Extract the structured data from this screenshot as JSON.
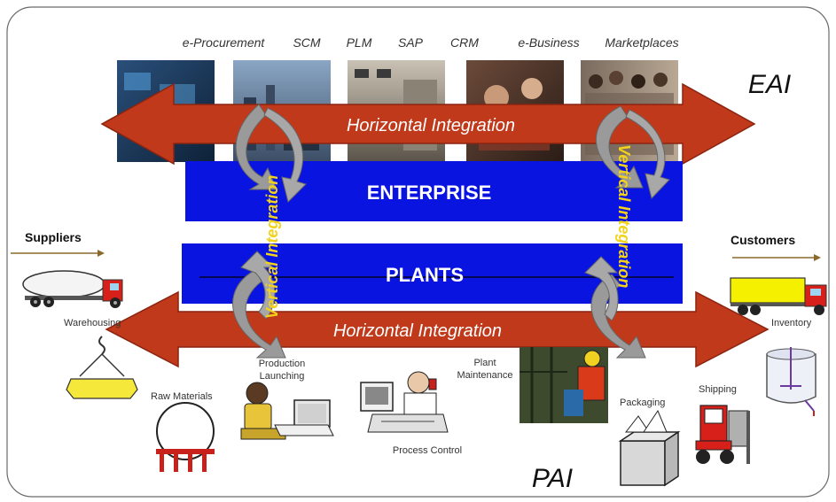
{
  "top_systems": [
    "e-Procurement",
    "SCM",
    "PLM",
    "SAP",
    "CRM",
    "e-Business",
    "Marketplaces"
  ],
  "corner_labels": {
    "top": "EAI",
    "bottom": "PAI"
  },
  "arrows": {
    "upper": "Horizontal Integration",
    "lower": "Horizontal Integration"
  },
  "vertical_labels": {
    "left": "Vertical Integration",
    "right": "Vertical Integration"
  },
  "bars": {
    "enterprise": "ENTERPRISE",
    "plants": "PLANTS"
  },
  "edges": {
    "left": "Suppliers",
    "right": "Customers"
  },
  "plant_labels": {
    "warehousing": "Warehousing",
    "raw_materials": "Raw Materials",
    "production_line1": "Production",
    "production_line2": "Launching",
    "maintenance_line1": "Plant",
    "maintenance_line2": "Maintenance",
    "process_control": "Process Control",
    "packaging": "Packaging",
    "shipping": "Shipping",
    "inventory": "Inventory"
  },
  "colors": {
    "arrow_fill": "#c0391b",
    "arrow_stroke": "#8a2410",
    "bar_fill": "#0a14e0",
    "curl_fill": "#9a9a9a",
    "vertical_text": "#f2d21a",
    "truck_yellow": "#f5f000",
    "truck_red": "#d8201a"
  }
}
